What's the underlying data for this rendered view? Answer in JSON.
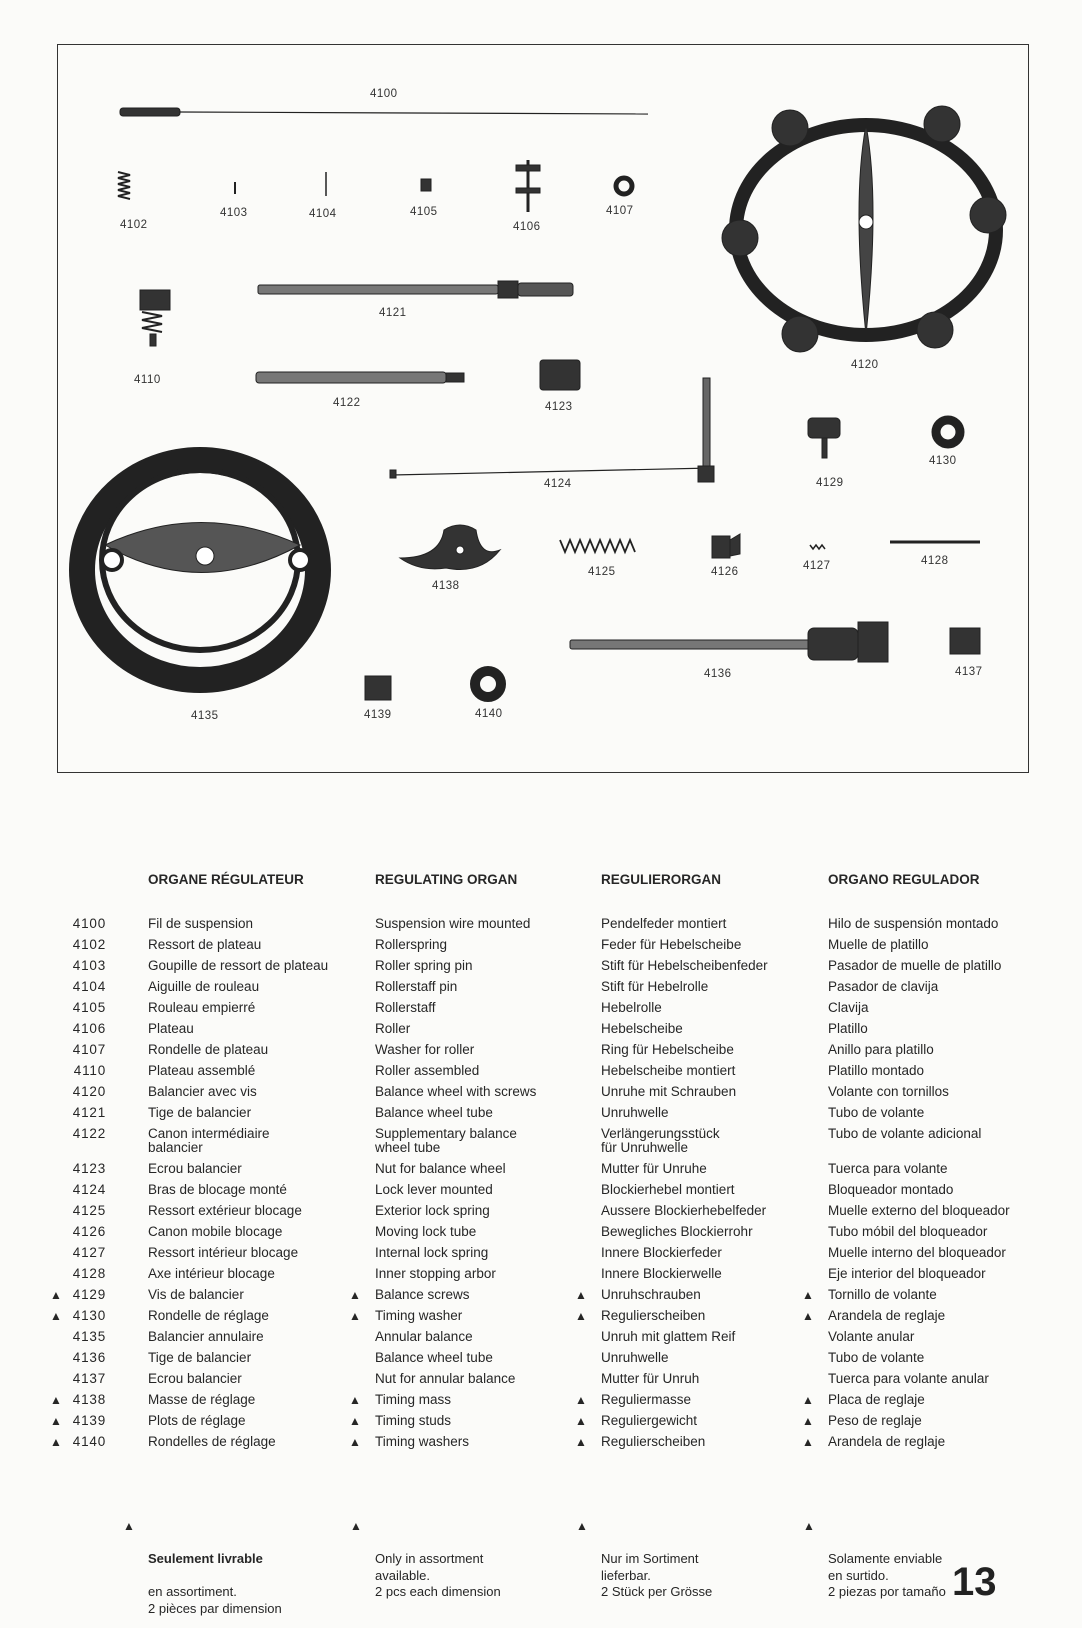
{
  "diagram": {
    "labels": [
      "4100",
      "4102",
      "4103",
      "4104",
      "4105",
      "4106",
      "4107",
      "4121",
      "4120",
      "4110",
      "4122",
      "4123",
      "4130",
      "4129",
      "4124",
      "4125",
      "4126",
      "4127",
      "4128",
      "4138",
      "4136",
      "4137",
      "4135",
      "4139",
      "4140"
    ]
  },
  "headers": {
    "fr": "ORGANE RÉGULATEUR",
    "en": "REGULATING ORGAN",
    "de": "REGULIERORGAN",
    "es": "ORGANO REGULADOR"
  },
  "marker_symbol": "▲",
  "rows": [
    {
      "num": "4100",
      "marked": false,
      "fr": "Fil de suspension",
      "en": "Suspension wire mounted",
      "de": "Pendelfeder montiert",
      "es": "Hilo de suspensión montado"
    },
    {
      "num": "4102",
      "marked": false,
      "fr": "Ressort de plateau",
      "en": "Rollerspring",
      "de": "Feder für Hebelscheibe",
      "es": "Muelle de platillo"
    },
    {
      "num": "4103",
      "marked": false,
      "fr": "Goupille de ressort de plateau",
      "en": "Roller spring pin",
      "de": "Stift für Hebelscheibenfeder",
      "es": "Pasador de muelle de platillo"
    },
    {
      "num": "4104",
      "marked": false,
      "fr": "Aiguille de rouleau",
      "en": "Rollerstaff pin",
      "de": "Stift für Hebelrolle",
      "es": "Pasador de clavija"
    },
    {
      "num": "4105",
      "marked": false,
      "fr": "Rouleau empierré",
      "en": "Rollerstaff",
      "de": "Hebelrolle",
      "es": "Clavija"
    },
    {
      "num": "4106",
      "marked": false,
      "fr": "Plateau",
      "en": "Roller",
      "de": "Hebelscheibe",
      "es": "Platillo"
    },
    {
      "num": "4107",
      "marked": false,
      "fr": "Rondelle de plateau",
      "en": "Washer for roller",
      "de": "Ring für Hebelscheibe",
      "es": "Anillo para platillo"
    },
    {
      "num": "4110",
      "marked": false,
      "fr": "Plateau assemblé",
      "en": "Roller assembled",
      "de": "Hebelscheibe montiert",
      "es": "Platillo montado"
    },
    {
      "num": "4120",
      "marked": false,
      "fr": "Balancier avec vis",
      "en": "Balance wheel with screws",
      "de": "Unruhe mit Schrauben",
      "es": "Volante con tornillos"
    },
    {
      "num": "4121",
      "marked": false,
      "fr": "Tige de balancier",
      "en": "Balance wheel tube",
      "de": "Unruhwelle",
      "es": "Tubo de volante"
    },
    {
      "num": "4122",
      "marked": false,
      "tall": true,
      "fr": "Canon intermédiaire\nbalancier",
      "en": "Supplementary balance\nwheel tube",
      "de": "Verlängerungsstück\nfür Unruhwelle",
      "es": "Tubo de volante adicional"
    },
    {
      "num": "4123",
      "marked": false,
      "fr": "Ecrou balancier",
      "en": "Nut for balance wheel",
      "de": "Mutter für Unruhe",
      "es": "Tuerca para volante"
    },
    {
      "num": "4124",
      "marked": false,
      "fr": "Bras de blocage monté",
      "en": "Lock lever mounted",
      "de": "Blockierhebel montiert",
      "es": "Bloqueador montado"
    },
    {
      "num": "4125",
      "marked": false,
      "fr": "Ressort extérieur blocage",
      "en": "Exterior lock spring",
      "de": "Aussere Blockierhebelfeder",
      "es": "Muelle externo del bloqueador"
    },
    {
      "num": "4126",
      "marked": false,
      "fr": "Canon mobile blocage",
      "en": "Moving lock tube",
      "de": "Bewegliches Blockierrohr",
      "es": "Tubo móbil del bloqueador"
    },
    {
      "num": "4127",
      "marked": false,
      "fr": "Ressort intérieur blocage",
      "en": "Internal lock spring",
      "de": "Innere Blockierfeder",
      "es": "Muelle interno del bloqueador"
    },
    {
      "num": "4128",
      "marked": false,
      "fr": "Axe intérieur blocage",
      "en": "Inner stopping arbor",
      "de": "Innere Blockierwelle",
      "es": "Eje interior del bloqueador"
    },
    {
      "num": "4129",
      "marked": true,
      "fr": "Vis de balancier",
      "en": "Balance screws",
      "de": "Unruhschrauben",
      "es": "Tornillo de volante"
    },
    {
      "num": "4130",
      "marked": true,
      "fr": "Rondelle de réglage",
      "en": "Timing washer",
      "de": "Regulierscheiben",
      "es": "Arandela de reglaje"
    },
    {
      "num": "4135",
      "marked": false,
      "fr": "Balancier annulaire",
      "en": "Annular balance",
      "de": "Unruh mit glattem Reif",
      "es": "Volante anular"
    },
    {
      "num": "4136",
      "marked": false,
      "fr": "Tige de balancier",
      "en": "Balance wheel tube",
      "de": "Unruhwelle",
      "es": "Tubo de volante"
    },
    {
      "num": "4137",
      "marked": false,
      "fr": "Ecrou balancier",
      "en": "Nut for annular balance",
      "de": "Mutter für Unruh",
      "es": "Tuerca para volante anular"
    },
    {
      "num": "4138",
      "marked": true,
      "fr": "Masse de réglage",
      "en": "Timing mass",
      "de": "Reguliermasse",
      "es": "Placa de reglaje"
    },
    {
      "num": "4139",
      "marked": true,
      "fr": "Plots de réglage",
      "en": "Timing studs",
      "de": "Reguliergewicht",
      "es": "Peso de reglaje"
    },
    {
      "num": "4140",
      "marked": true,
      "fr": "Rondelles de réglage",
      "en": "Timing washers",
      "de": "Regulierscheiben",
      "es": "Arandela de reglaje"
    }
  ],
  "footnote": {
    "fr": "Seulement livrable",
    "fr_rest": "en assortiment.\n2 pièces par dimension",
    "en": "Only in assortment\navailable.\n2 pcs each dimension",
    "de": "Nur im Sortiment\nlieferbar.\n2 Stück per Grösse",
    "es": "Solamente enviable\nen surtido.\n2 piezas por tamaño"
  },
  "page_number": "13"
}
